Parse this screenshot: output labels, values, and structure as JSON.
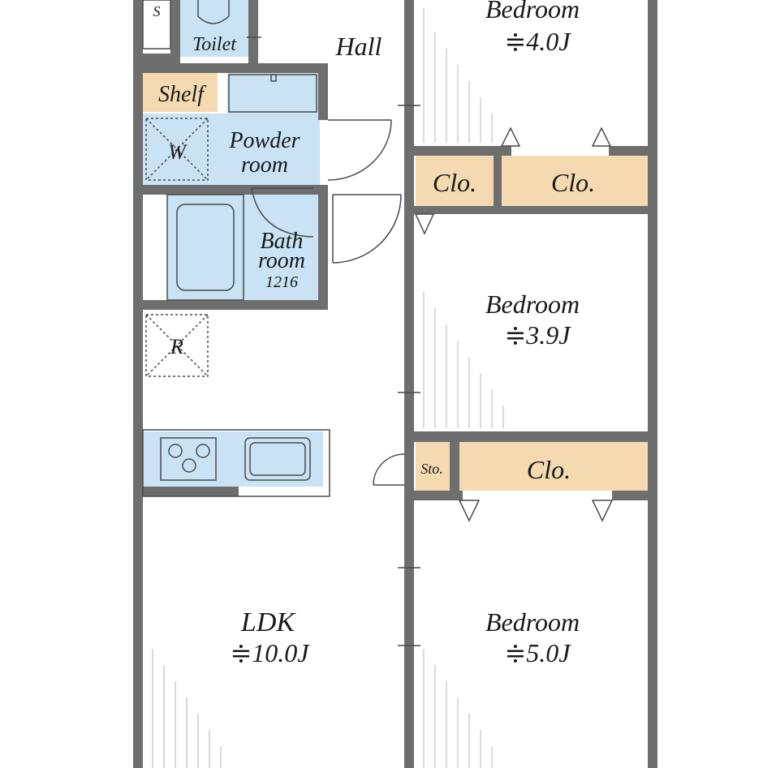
{
  "rooms": {
    "s": "S",
    "toilet": "Toilet",
    "hall": "Hall",
    "shelf": "Shelf",
    "washer": "W",
    "powder": {
      "line1": "Powder",
      "line2": "room"
    },
    "bath": {
      "line1": "Bath",
      "line2": "room",
      "code": "1216"
    },
    "fridge": "R",
    "bed_top": {
      "name": "Bedroom",
      "size": "≑4.0J"
    },
    "clo_1": "Clo.",
    "clo_2": "Clo.",
    "bed_mid": {
      "name": "Bedroom",
      "size": "≑3.9J"
    },
    "storage": "Sto.",
    "clo_3": "Clo.",
    "ldk": {
      "name": "LDK",
      "size": "≑10.0J"
    },
    "bed_bottom": {
      "name": "Bedroom",
      "size": "≑5.0J"
    }
  },
  "colors": {
    "wall": "#6e6e6e",
    "water": "#c9e3f4",
    "closet": "#f5d9b0",
    "outline": "#4a4a4a"
  }
}
